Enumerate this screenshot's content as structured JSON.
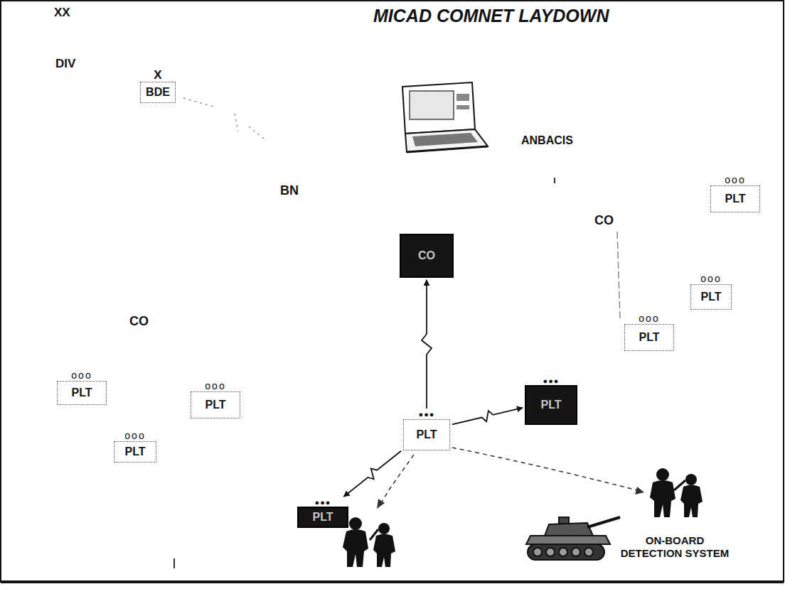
{
  "diagram": {
    "title": "MICAD COMNET LAYDOWN",
    "nodes": [
      {
        "text": [
          "X",
          "BDE"
        ]
      },
      {
        "text": [
          "ooo",
          "PLT"
        ]
      },
      {
        "text": [
          "ooo",
          "PLT"
        ]
      },
      {
        "text": [
          "CO"
        ]
      },
      {
        "text": [
          "ooo",
          "PLT"
        ]
      },
      {
        "text": [
          "ooo",
          "PLT"
        ]
      },
      {
        "text": [
          "ooo",
          "PLT"
        ]
      },
      {
        "text": [
          "●●●",
          "PLT"
        ]
      },
      {
        "text": [
          "●●●",
          "PLT"
        ]
      },
      {
        "text": [
          "ooo",
          "PLT"
        ]
      },
      {
        "text": [
          "●●●",
          "PLT"
        ]
      }
    ],
    "edges": [
      {
        "from": 8,
        "to": 3,
        "arrow": "to"
      },
      {
        "from": 8,
        "to": 7,
        "arrow": "to"
      },
      {
        "from": 8,
        "to": 10,
        "arrow": "to"
      }
    ],
    "labels": [
      "XX",
      "DIV",
      "BN",
      "ANBACIS",
      "CO",
      "CO",
      "ON-BOARD DETECTION SYSTEM"
    ]
  }
}
